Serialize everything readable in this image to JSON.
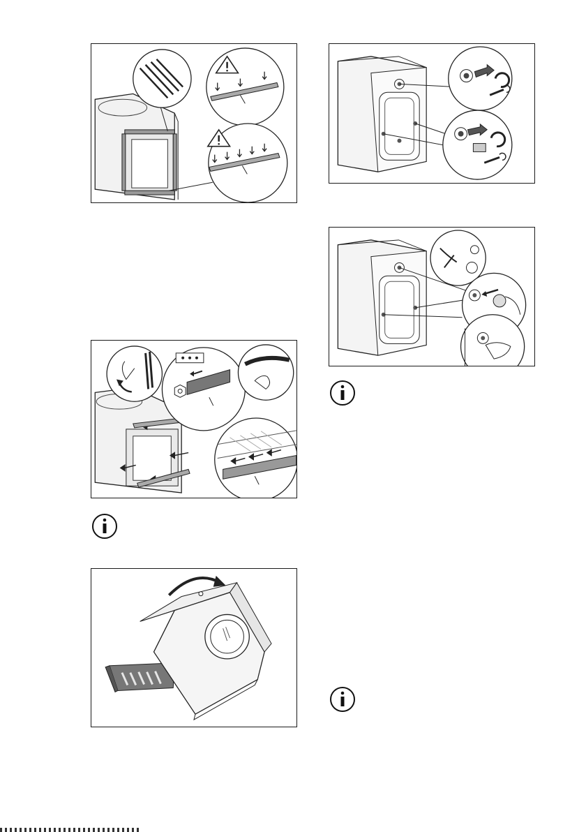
{
  "figures": [
    {
      "id": "fig-remove-transit-bars",
      "icons": [
        "warning-icon",
        "warning-icon"
      ]
    },
    {
      "id": "fig-remove-transit-bolts",
      "icons": [
        "wrench-icon",
        "wrench-icon"
      ]
    },
    {
      "id": "fig-insert-spacers",
      "icons": [
        "arrow-icon"
      ]
    },
    {
      "id": "fig-insert-plastic-caps",
      "icons": [
        "cap-icon"
      ]
    },
    {
      "id": "fig-tilt-appliance",
      "icons": [
        "curved-arrow-icon"
      ]
    }
  ],
  "info_notes": [
    "info-icon",
    "info-icon",
    "info-icon"
  ],
  "colors": {
    "line": "#1a1a1a",
    "fill": "#e6e6e6",
    "dark": "#555555"
  }
}
